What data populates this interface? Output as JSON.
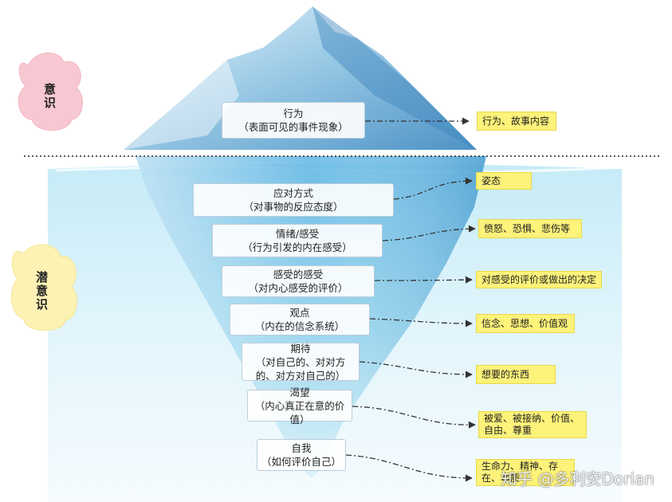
{
  "clouds": {
    "conscious": "意识",
    "subconscious": "潜意识"
  },
  "layers": [
    {
      "text": "行为\n（表面可见的事件现象）",
      "note": "行为、故事内容"
    },
    {
      "text": "应对方式\n（对事物的反应态度）",
      "note": "姿态"
    },
    {
      "text": "情绪/感受\n（行为引发的内在感受）",
      "note": "愤怒、恐惧、悲伤等"
    },
    {
      "text": "感受的感受\n（对内心感受的评价）",
      "note": "对感受的评价或做出的决定"
    },
    {
      "text": "观点\n（内在的信念系统）",
      "note": "信念、思想、价值观"
    },
    {
      "text": "期待\n（对自己的、对对方\n的、对方对自己的）",
      "note": "想要的东西"
    },
    {
      "text": "渴望\n（内心真正在意的价值）",
      "note": "被爱、被接纳、价值、\n自由、尊重"
    },
    {
      "text": "自我\n（如何评价自己）",
      "note": "生命力、精神、存\n在、本质"
    }
  ],
  "watermark": "知乎 @多利安Dorian",
  "colors": {
    "note_fill": "#fdf27a",
    "cloud_conscious": "#f8c8d2",
    "cloud_subconscious": "#fdf2b4",
    "water_top": "#bfe8f6",
    "ice_above": "#9fd0ea"
  }
}
